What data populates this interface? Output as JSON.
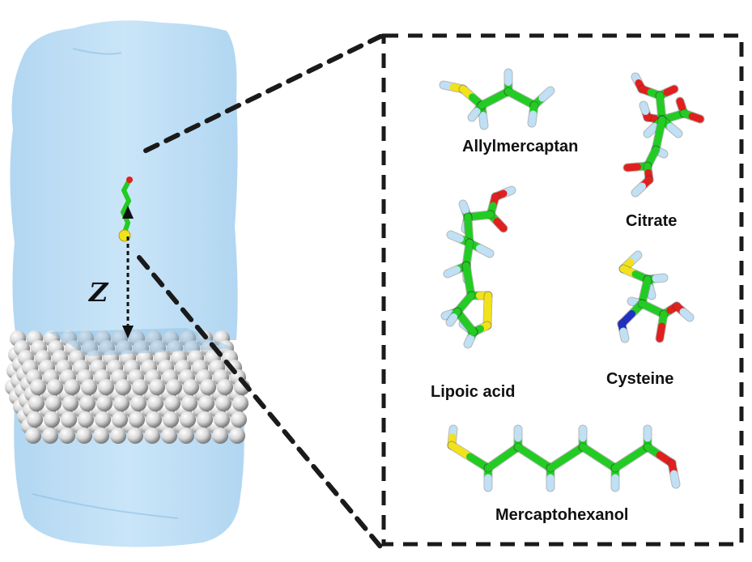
{
  "figure": {
    "axis_label": "Z",
    "molecules": [
      {
        "name": "Allylmercaptan"
      },
      {
        "name": "Citrate"
      },
      {
        "name": "Lipoic acid"
      },
      {
        "name": "Cysteine"
      },
      {
        "name": "Mercaptohexanol"
      }
    ],
    "colors": {
      "water": "#b9dcf5",
      "carbon": "#22cc22",
      "sulfur": "#f2e21a",
      "oxygen": "#e0201e",
      "nitrogen": "#2030c0",
      "hydrogen": "#bfe0f5",
      "gold_atoms": "#dcdcdc",
      "dashes": "#1a1a1a"
    }
  }
}
